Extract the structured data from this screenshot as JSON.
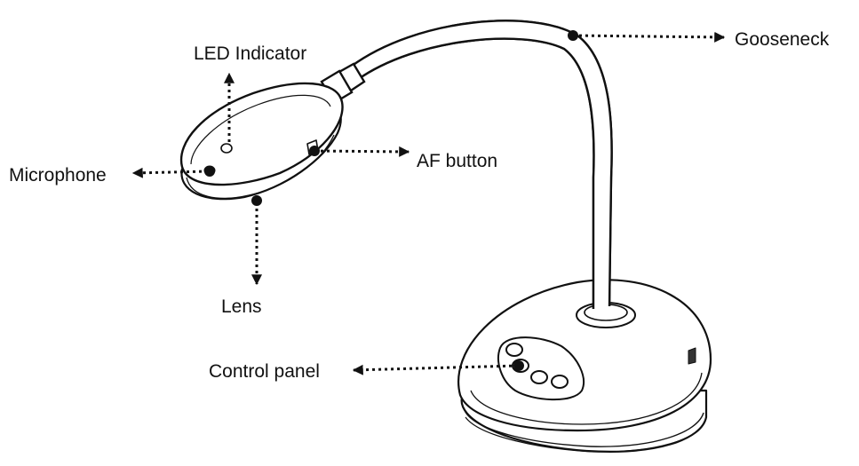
{
  "labels": {
    "led_indicator": "LED Indicator",
    "gooseneck": "Gooseneck",
    "af_button": "AF button",
    "microphone": "Microphone",
    "lens": "Lens",
    "control_panel": "Control panel"
  },
  "caption": "",
  "colors": {
    "line": "#111111",
    "background": "#ffffff",
    "body_fill": "#ffffff"
  }
}
